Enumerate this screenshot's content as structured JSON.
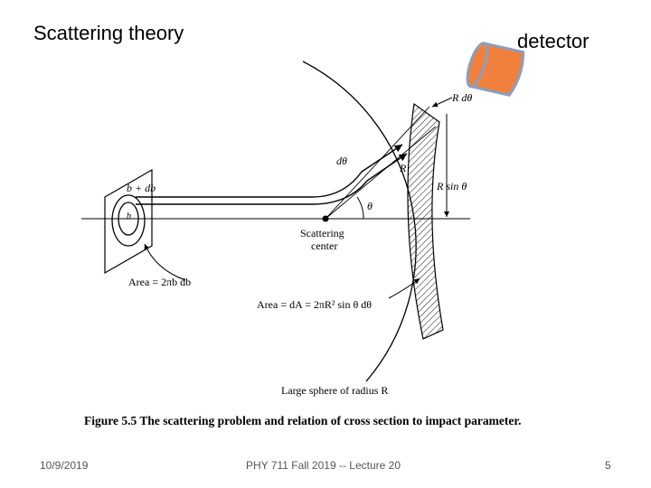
{
  "slide": {
    "title": "Scattering theory",
    "detector_label": "detector",
    "footer": {
      "date": "10/9/2019",
      "course": "PHY 711  Fall 2019 -- Lecture 20",
      "page": "5"
    }
  },
  "figure": {
    "labels": {
      "b_plus_db": "b + db",
      "b": "b",
      "d_theta": "dθ",
      "R": "R",
      "theta": "θ",
      "R_d_theta": "R dθ",
      "R_sin_theta": "R sin θ",
      "scattering_center_line1": "Scattering",
      "scattering_center_line2": "center",
      "area_ring": "Area = 2πb db",
      "area_band": "Area = dA = 2πR² sin θ dθ",
      "sphere_label": "Large sphere of radius R"
    },
    "caption": "Figure 5.5  The scattering problem and relation of cross section to impact parameter."
  },
  "colors": {
    "detector_fill": "#f0803c",
    "detector_stroke": "#8a9fc0"
  }
}
